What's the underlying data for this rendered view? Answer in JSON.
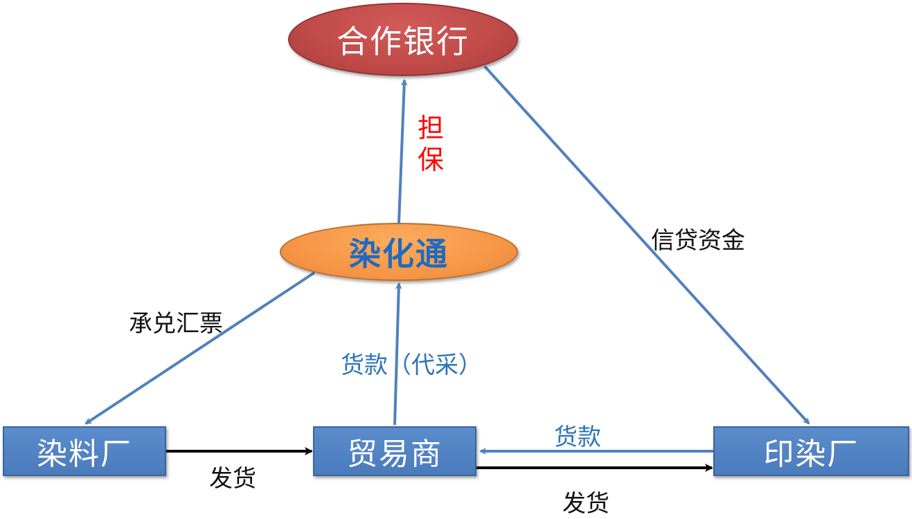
{
  "nodes": {
    "bank": "合作银行",
    "platform": "染化通",
    "dye_factory": "染料厂",
    "trader": "贸易商",
    "printing_factory": "印染厂"
  },
  "edges": {
    "guarantee": "担保",
    "credit_funds": "信贷资金",
    "acceptance_bill": "承兑汇票",
    "payment_agency": "货款（代采）",
    "payment": "货款",
    "ship_dye_to_trader": "发货",
    "ship_trader_to_printing": "发货"
  },
  "colors": {
    "blue_arrow": "#4f81bd",
    "black_arrow": "#000000",
    "bank_fill": "#c0504d",
    "platform_fill": "#f79646",
    "box_fill": "#4f81bd",
    "platform_text": "#1f6bbf",
    "guarantee_text": "#ff0000",
    "blue_label_text": "#2e75b6"
  }
}
